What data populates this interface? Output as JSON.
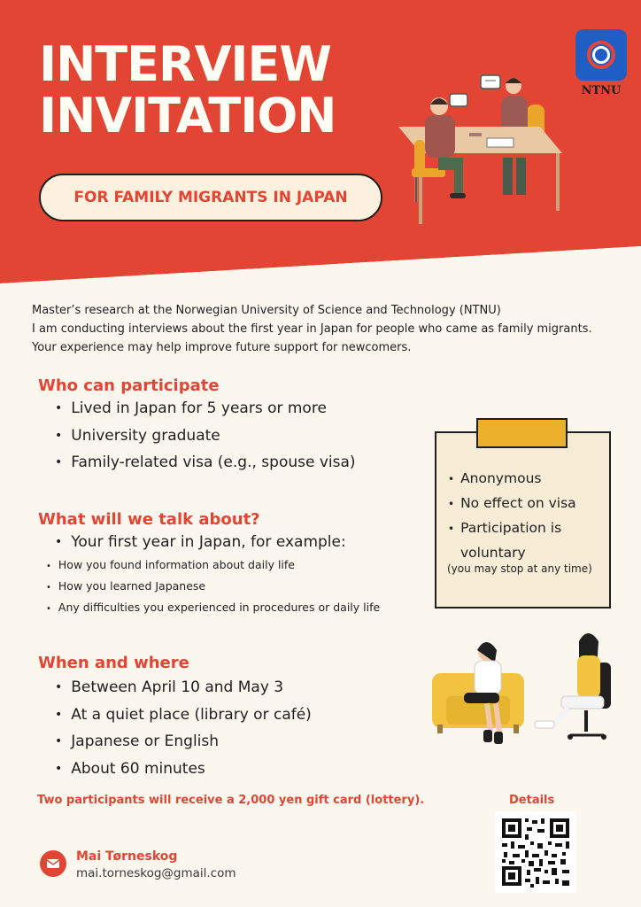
{
  "header": {
    "title_line1": "INTERVIEW",
    "title_line2": "INVITATION",
    "subtitle": "FOR FAMILY MIGRANTS IN JAPAN",
    "logo_text": "NTNU",
    "colors": {
      "red": "#e24533",
      "cream": "#fbf7ee",
      "yellow": "#ebb12c",
      "blue": "#1f5fc4"
    }
  },
  "intro": {
    "line1": "Master’s research at the Norwegian University of Science and Technology (NTNU)",
    "line2": "I am conducting interviews about the first year in Japan for people who came as family migrants.",
    "line3": "Your experience may help improve future support for newcomers."
  },
  "participate": {
    "heading": "Who can participate",
    "items": [
      "Lived in Japan for 5 years or more",
      "University graduate",
      "Family-related visa (e.g., spouse visa)"
    ]
  },
  "talk": {
    "heading": "What will we talk about?",
    "main": "Your first year in Japan, for example:",
    "items": [
      "How you found information about daily life",
      "How you learned Japanese",
      "Any difficulties you experienced in procedures or daily life"
    ]
  },
  "note": {
    "items": [
      "Anonymous",
      "No effect on visa",
      "Participation is"
    ],
    "continued": "voluntary",
    "small": "(you may stop at any time)"
  },
  "when": {
    "heading": "When and where",
    "items": [
      "Between April 10 and May 3",
      "At a quiet place (library or café)",
      "Japanese or English",
      "About 60 minutes"
    ]
  },
  "lottery": "Two participants will receive a 2,000 yen gift card (lottery).",
  "details_label": "Details",
  "contact": {
    "name": "Mai Tørneskog",
    "email": "mai.torneskog@gmail.com",
    "icon": "mail-icon"
  }
}
